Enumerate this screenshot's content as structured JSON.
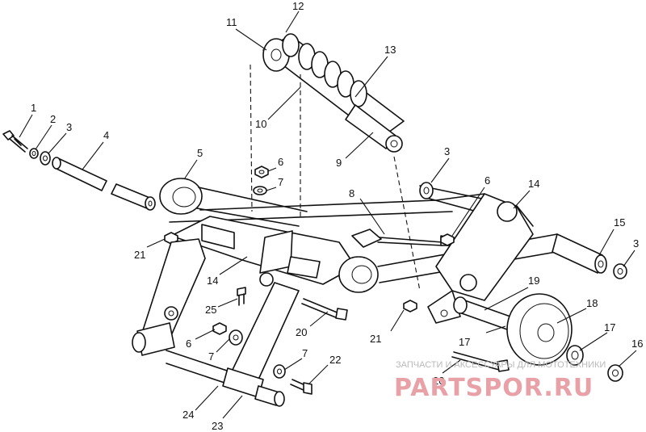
{
  "callouts": {
    "c1": "1",
    "c2": "2",
    "c3a": "3",
    "c4": "4",
    "c5": "5",
    "c6a": "6",
    "c7a": "7",
    "c8": "8",
    "c9": "9",
    "c10": "10",
    "c11": "11",
    "c12": "12",
    "c13": "13",
    "c3b": "3",
    "c6b": "6",
    "c14a": "14",
    "c15": "15",
    "c3c": "3",
    "c21a": "21",
    "c14b": "14",
    "c25": "25",
    "c20a": "20",
    "c6c": "6",
    "c7b": "7",
    "c21b": "21",
    "c19": "19",
    "c18": "18",
    "c17a": "17",
    "c17b": "17",
    "c16": "16",
    "c20b": "20",
    "c7c": "7",
    "c22": "22",
    "c24": "24",
    "c23": "23"
  },
  "watermark": {
    "caption": "ЗАПЧАСТИ И АКСЕССУАРЫ ДЛЯ МОТОТЕХНИКИ",
    "logo": "PARTSPOR.RU"
  }
}
